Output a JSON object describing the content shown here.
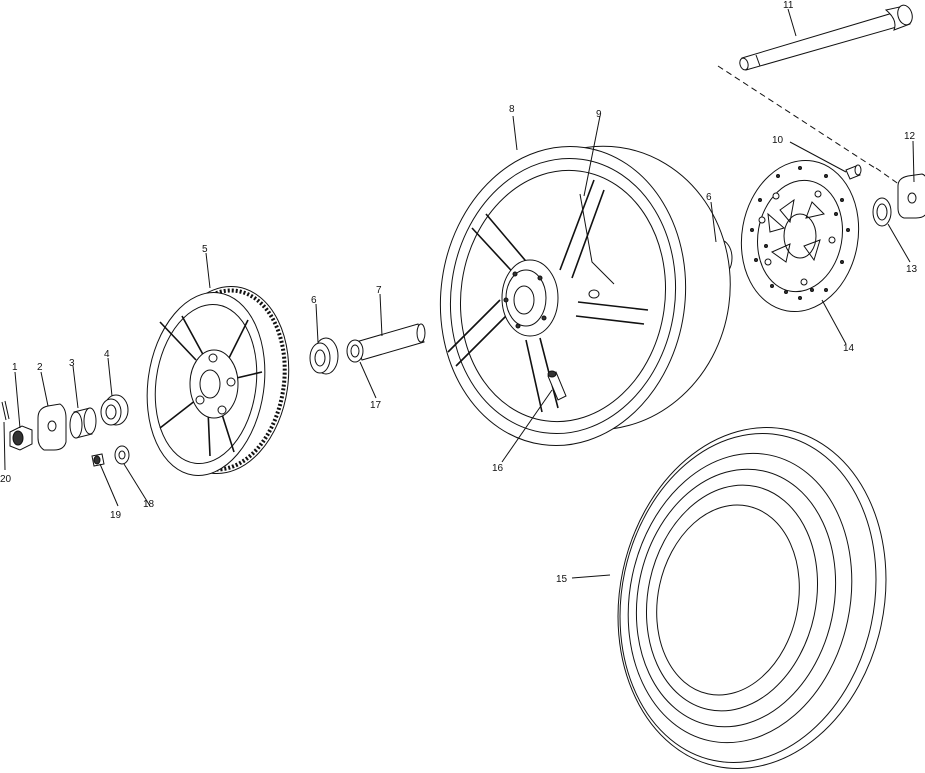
{
  "callouts": [
    {
      "id": "1",
      "label": "1"
    },
    {
      "id": "2",
      "label": "2"
    },
    {
      "id": "3",
      "label": "3"
    },
    {
      "id": "4",
      "label": "4"
    },
    {
      "id": "5",
      "label": "5"
    },
    {
      "id": "6a",
      "label": "6"
    },
    {
      "id": "6b",
      "label": "6"
    },
    {
      "id": "7",
      "label": "7"
    },
    {
      "id": "8",
      "label": "8"
    },
    {
      "id": "9",
      "label": "9"
    },
    {
      "id": "10",
      "label": "10"
    },
    {
      "id": "11",
      "label": "11"
    },
    {
      "id": "12",
      "label": "12"
    },
    {
      "id": "13",
      "label": "13"
    },
    {
      "id": "14",
      "label": "14"
    },
    {
      "id": "15",
      "label": "15"
    },
    {
      "id": "16",
      "label": "16"
    },
    {
      "id": "17",
      "label": "17"
    },
    {
      "id": "18",
      "label": "18"
    },
    {
      "id": "19",
      "label": "19"
    },
    {
      "id": "20",
      "label": "20"
    }
  ],
  "colors": {
    "line": "#111111",
    "background": "#ffffff"
  }
}
